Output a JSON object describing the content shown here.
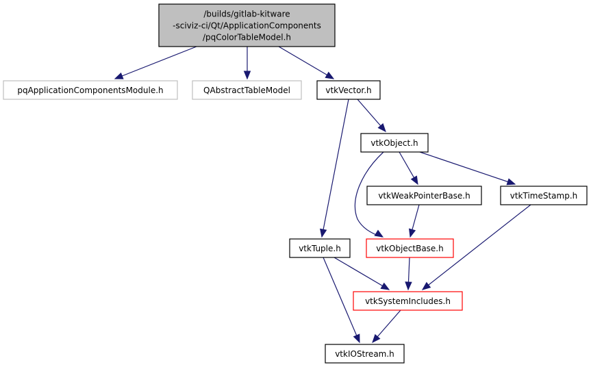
{
  "diagram": {
    "type": "include-dependency-graph",
    "colors": {
      "edge": "#191970",
      "root_fill": "#bfbfbf",
      "root_border": "#000000",
      "normal_border": "#000000",
      "external_border": "#bfbfbf",
      "truncated_border": "#ff0000",
      "fill": "#ffffff"
    },
    "nodes": [
      {
        "id": "root",
        "lines": [
          "/builds/gitlab-kitware",
          "-sciviz-ci/Qt/ApplicationComponents",
          "/pqColorTableModel.h"
        ],
        "style": "root"
      },
      {
        "id": "pqAppCompModule",
        "lines": [
          "pqApplicationComponentsModule.h"
        ],
        "style": "external"
      },
      {
        "id": "QAbstractTableModel",
        "lines": [
          "QAbstractTableModel"
        ],
        "style": "external"
      },
      {
        "id": "vtkVector",
        "lines": [
          "vtkVector.h"
        ],
        "style": "normal"
      },
      {
        "id": "vtkObject",
        "lines": [
          "vtkObject.h"
        ],
        "style": "normal"
      },
      {
        "id": "vtkWeakPointerBase",
        "lines": [
          "vtkWeakPointerBase.h"
        ],
        "style": "normal"
      },
      {
        "id": "vtkTimeStamp",
        "lines": [
          "vtkTimeStamp.h"
        ],
        "style": "normal"
      },
      {
        "id": "vtkTuple",
        "lines": [
          "vtkTuple.h"
        ],
        "style": "normal"
      },
      {
        "id": "vtkObjectBase",
        "lines": [
          "vtkObjectBase.h"
        ],
        "style": "truncated"
      },
      {
        "id": "vtkSystemIncludes",
        "lines": [
          "vtkSystemIncludes.h"
        ],
        "style": "truncated"
      },
      {
        "id": "vtkIOStream",
        "lines": [
          "vtkIOStream.h"
        ],
        "style": "normal"
      }
    ],
    "edges": [
      {
        "from": "root",
        "to": "pqAppCompModule"
      },
      {
        "from": "root",
        "to": "QAbstractTableModel"
      },
      {
        "from": "root",
        "to": "vtkVector"
      },
      {
        "from": "vtkVector",
        "to": "vtkObject"
      },
      {
        "from": "vtkVector",
        "to": "vtkTuple"
      },
      {
        "from": "vtkObject",
        "to": "vtkObjectBase"
      },
      {
        "from": "vtkObject",
        "to": "vtkWeakPointerBase"
      },
      {
        "from": "vtkObject",
        "to": "vtkTimeStamp"
      },
      {
        "from": "vtkWeakPointerBase",
        "to": "vtkObjectBase"
      },
      {
        "from": "vtkTimeStamp",
        "to": "vtkSystemIncludes"
      },
      {
        "from": "vtkTuple",
        "to": "vtkSystemIncludes"
      },
      {
        "from": "vtkTuple",
        "to": "vtkIOStream"
      },
      {
        "from": "vtkObjectBase",
        "to": "vtkSystemIncludes"
      },
      {
        "from": "vtkSystemIncludes",
        "to": "vtkIOStream"
      }
    ]
  }
}
